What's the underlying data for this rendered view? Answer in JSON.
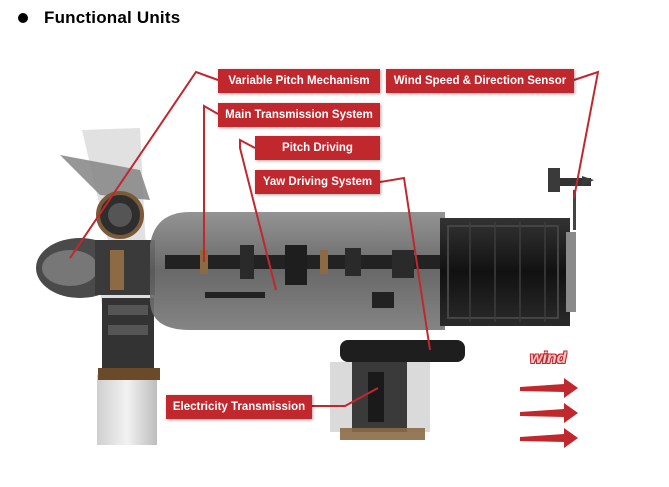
{
  "title": "Functional Units",
  "labels": {
    "variable_pitch": "Variable Pitch Mechanism",
    "wind_sensor": "Wind Speed & Direction Sensor",
    "main_transmission": "Main Transmission System",
    "pitch_driving": "Pitch Driving",
    "yaw_driving": "Yaw Driving System",
    "electricity_transmission": "Electricity Transmission"
  },
  "wind_label": "wind",
  "colors": {
    "label_bg": "#c0282e",
    "leader_line": "#c0282e",
    "nacelle": "#6e6e6e",
    "generator": "#1e1e1e"
  }
}
